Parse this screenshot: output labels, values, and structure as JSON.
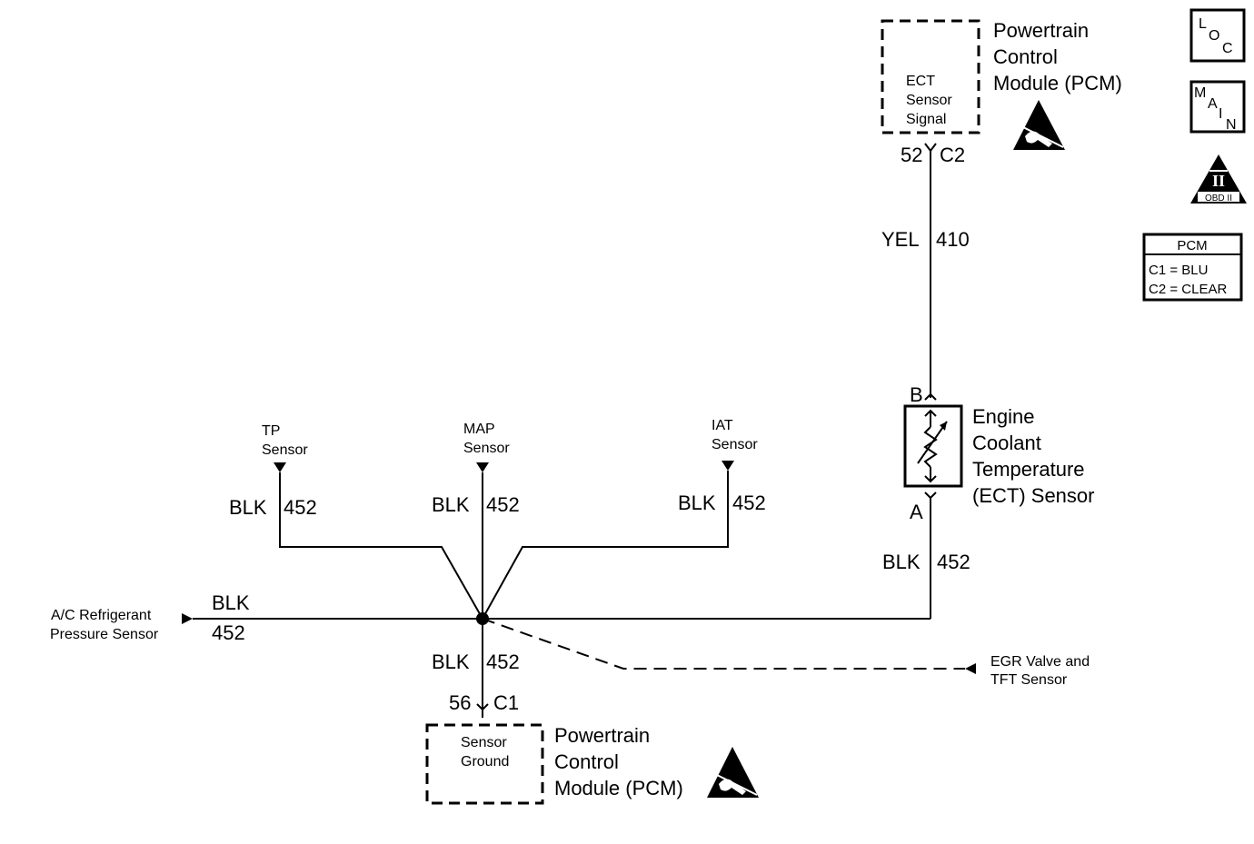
{
  "pcm_top": {
    "box_label": [
      "ECT",
      "Sensor",
      "Signal"
    ],
    "module_label": [
      "Powertrain",
      "Control",
      "Module (PCM)"
    ],
    "pin": "52",
    "connector": "C2"
  },
  "pcm_bottom": {
    "box_label": [
      "Sensor",
      "Ground"
    ],
    "module_label": [
      "Powertrain",
      "Control",
      "Module (PCM)"
    ],
    "pin": "56",
    "connector": "C1"
  },
  "ect_sensor": {
    "label": [
      "Engine",
      "Coolant",
      "Temperature",
      "(ECT) Sensor"
    ],
    "terminal_b": "B",
    "terminal_a": "A"
  },
  "wires": {
    "signal_color": "YEL",
    "signal_circuit": "410",
    "ground_color": "BLK",
    "ground_circuit": "452"
  },
  "sensors": {
    "tp": [
      "TP",
      "Sensor"
    ],
    "map": [
      "MAP",
      "Sensor"
    ],
    "iat": [
      "IAT",
      "Sensor"
    ],
    "ac": [
      "A/C Refrigerant",
      "Pressure Sensor"
    ],
    "egr": [
      "EGR Valve and",
      "TFT Sensor"
    ]
  },
  "legend": {
    "loc_icon": [
      "L",
      "O",
      "C"
    ],
    "main_icon": [
      "M",
      "A",
      "I",
      "N"
    ],
    "obd_numeral": "II",
    "obd_label": "OBD II",
    "pcm_title": "PCM",
    "c1": "C1 = BLU",
    "c2": "C2 = CLEAR"
  }
}
